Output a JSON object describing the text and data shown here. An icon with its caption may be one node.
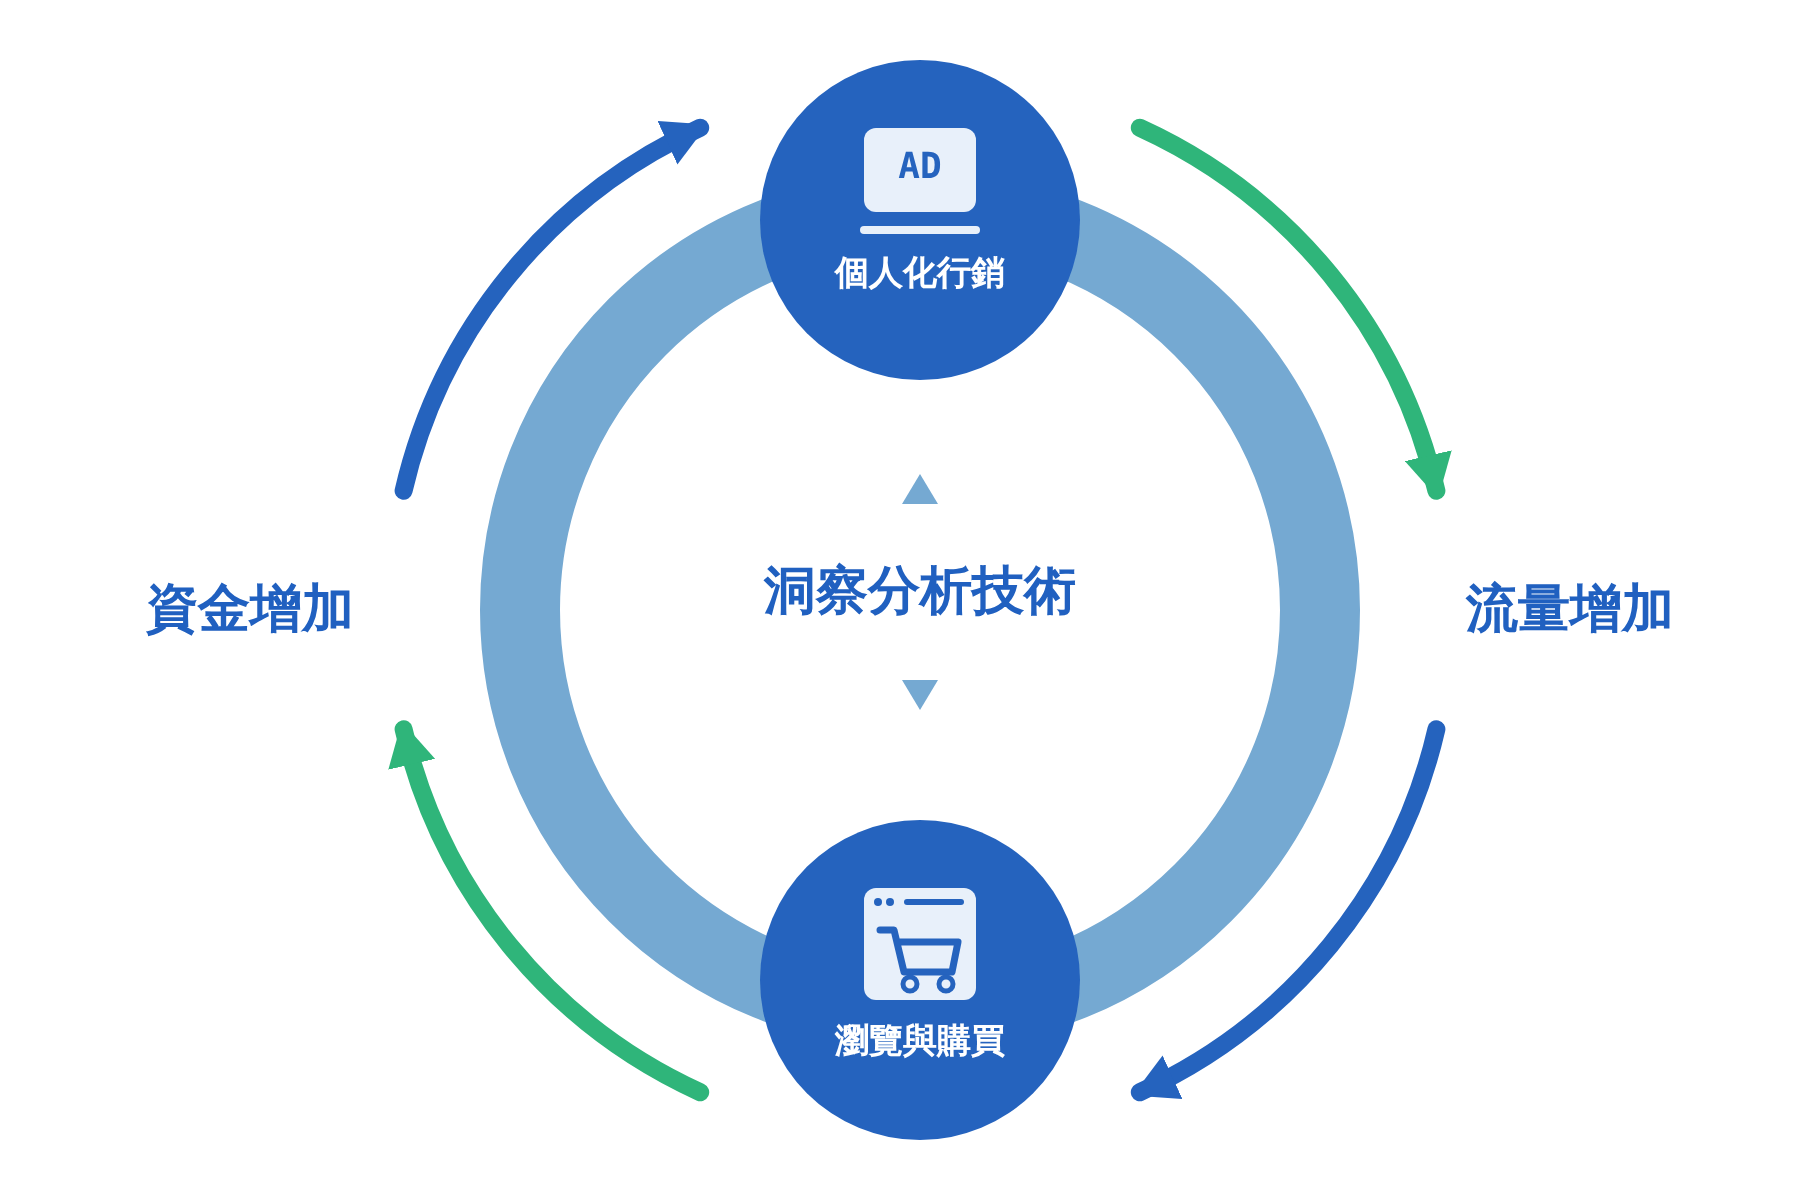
{
  "diagram": {
    "nodes": [
      {
        "text": [
          "AD",
          "個人化行銷"
        ]
      },
      {
        "text": [
          "流量增加"
        ]
      },
      {
        "text": [
          "瀏覽與購買"
        ]
      },
      {
        "text": [
          "資金增加"
        ]
      }
    ],
    "edges": [
      {
        "from": 0,
        "to": 1,
        "arrow": "to",
        "color": "#2fb57a"
      },
      {
        "from": 1,
        "to": 2,
        "arrow": "to",
        "color": "#2563be"
      },
      {
        "from": 2,
        "to": 3,
        "arrow": "to",
        "color": "#2fb57a"
      },
      {
        "from": 3,
        "to": 0,
        "arrow": "to",
        "color": "#2563be"
      }
    ],
    "labels": [
      "洞察分析技術"
    ]
  }
}
